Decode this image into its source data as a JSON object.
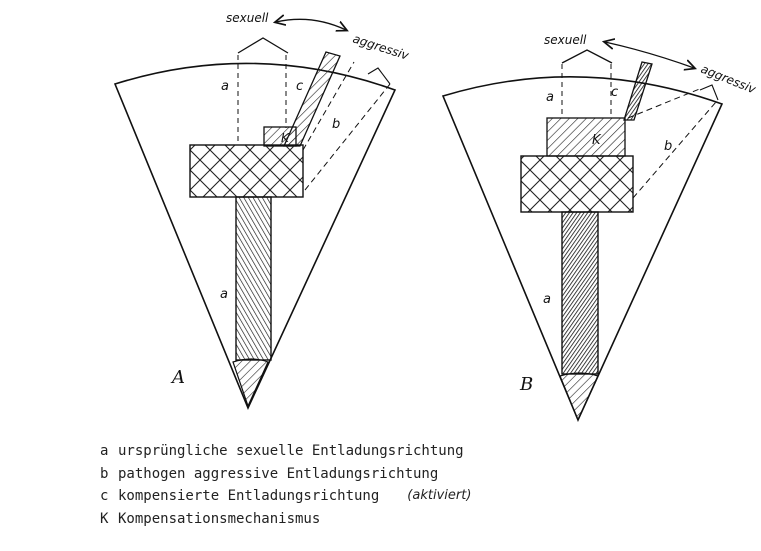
{
  "panels": [
    {
      "id": "A",
      "label": "A",
      "dir_sexual": "sexuell",
      "dir_aggressive": "aggressiv",
      "path_a_top": "a",
      "path_c": "c",
      "path_b": "b",
      "mechanism": "K",
      "path_a_bottom": "a"
    },
    {
      "id": "B",
      "label": "B",
      "dir_sexual": "sexuell",
      "dir_aggressive": "aggressiv",
      "path_a_top": "a",
      "path_c": "c",
      "path_b": "b",
      "mechanism": "K",
      "path_a_bottom": "a"
    }
  ],
  "legend": [
    {
      "key": "a",
      "text": "ursprüngliche sexuelle Entladungsrichtung"
    },
    {
      "key": "b",
      "text": "pathogen aggressive Entladungsrichtung"
    },
    {
      "key": "c",
      "text": "kompensierte Entladungsrichtung",
      "note": "(aktiviert)"
    },
    {
      "key": "K",
      "text": "Kompensationsmechanismus"
    }
  ]
}
